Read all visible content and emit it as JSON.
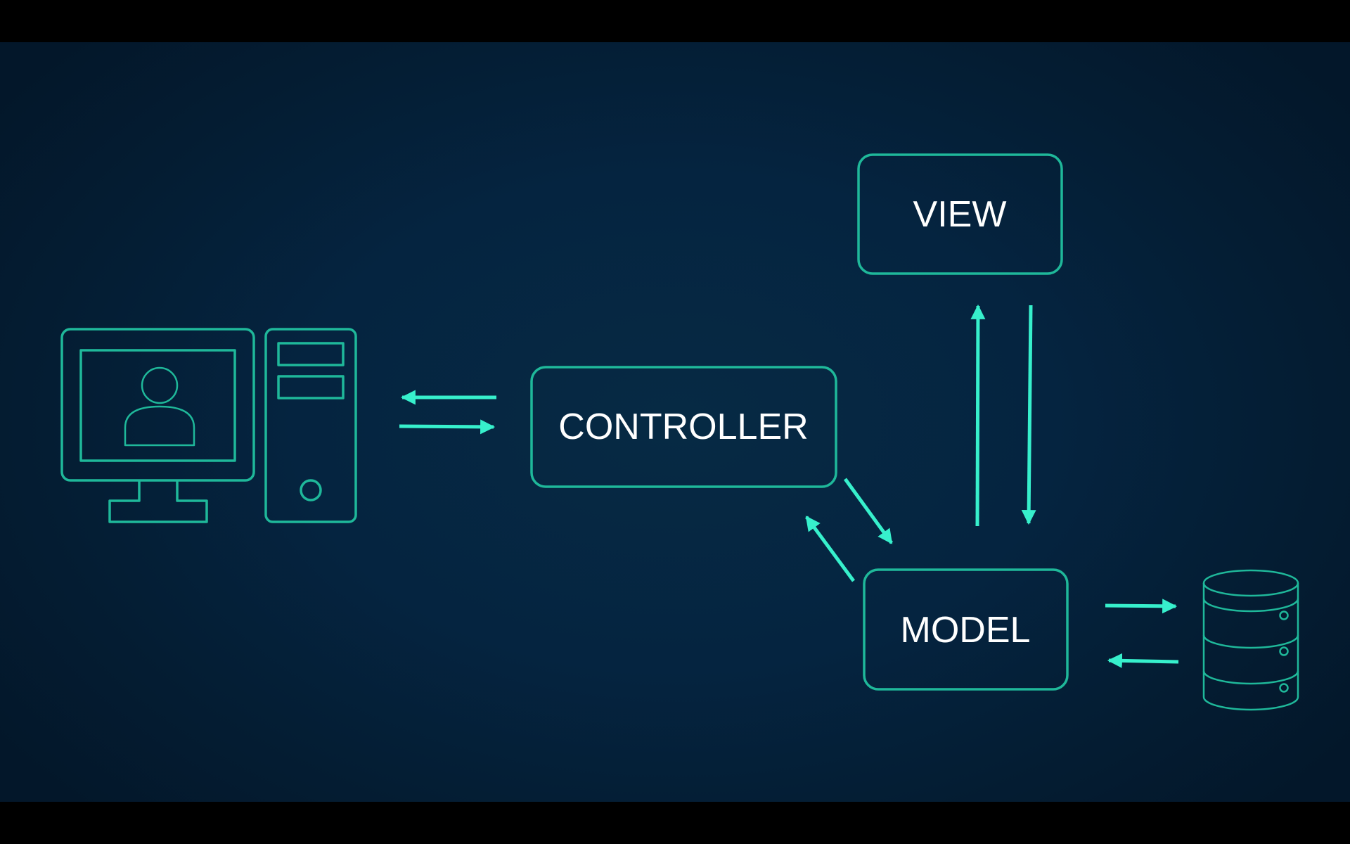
{
  "colors": {
    "background_dark": "#03172a",
    "background_center": "#062a44",
    "outline": "#1fb89a",
    "arrow": "#37f0cc",
    "text": "#ffffff",
    "letterbox": "#000000"
  },
  "diagram": {
    "nodes": {
      "controller": {
        "label": "CONTROLLER"
      },
      "view": {
        "label": "VIEW"
      },
      "model": {
        "label": "MODEL"
      }
    },
    "icons": {
      "client": "computer-user-icon",
      "database": "database-icon"
    },
    "edges": [
      {
        "from": "controller",
        "to": "client"
      },
      {
        "from": "client",
        "to": "controller"
      },
      {
        "from": "controller",
        "to": "model"
      },
      {
        "from": "model",
        "to": "controller"
      },
      {
        "from": "model",
        "to": "view"
      },
      {
        "from": "view",
        "to": "model"
      },
      {
        "from": "model",
        "to": "database"
      },
      {
        "from": "database",
        "to": "model"
      }
    ]
  }
}
